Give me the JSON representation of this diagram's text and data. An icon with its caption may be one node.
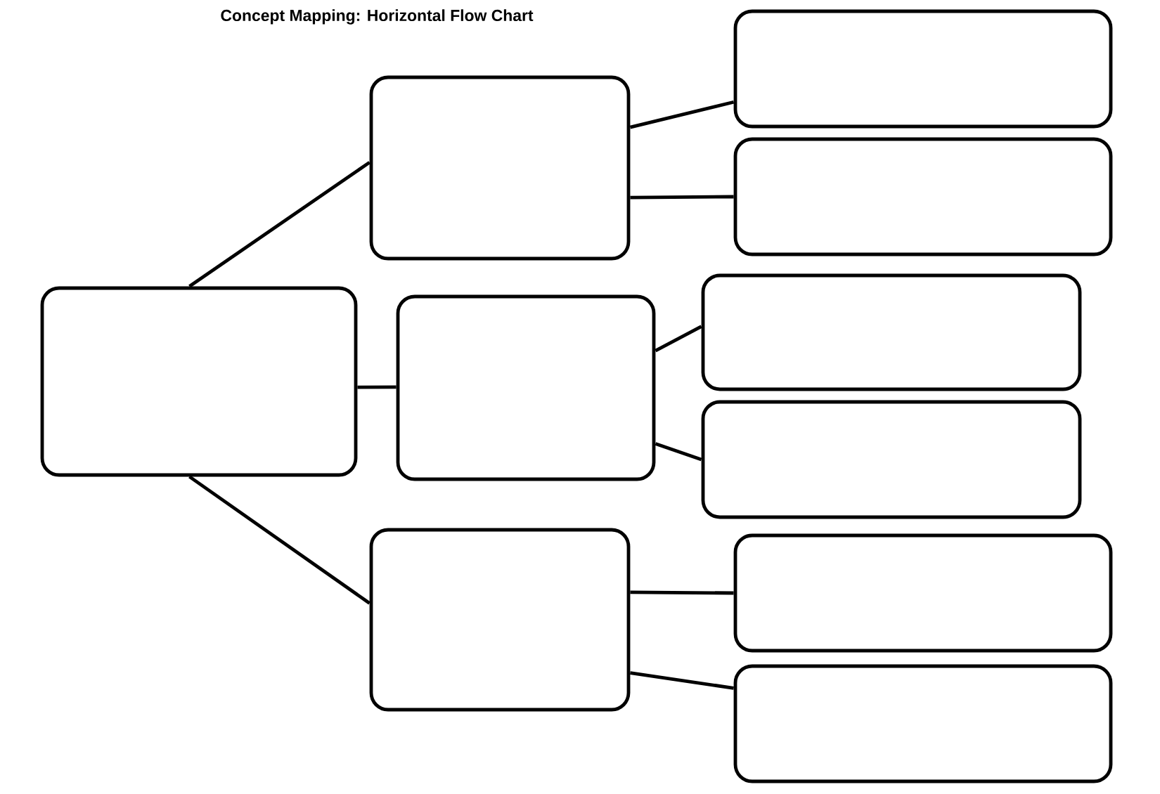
{
  "diagram": {
    "title": "Concept Mapping: Horizontal Flow Chart",
    "nodes": [
      {
        "text": [],
        "shape": "box"
      },
      {
        "text": [],
        "shape": "box"
      },
      {
        "text": [],
        "shape": "box"
      },
      {
        "text": [],
        "shape": "box"
      },
      {
        "text": [],
        "shape": "box"
      },
      {
        "text": [],
        "shape": "box"
      },
      {
        "text": [],
        "shape": "box"
      },
      {
        "text": [],
        "shape": "box"
      },
      {
        "text": [],
        "shape": "box"
      },
      {
        "text": [],
        "shape": "box"
      }
    ],
    "edges": [
      {
        "from": 0,
        "to": 1,
        "arrow": "none"
      },
      {
        "from": 0,
        "to": 2,
        "arrow": "none"
      },
      {
        "from": 0,
        "to": 3,
        "arrow": "none"
      },
      {
        "from": 1,
        "to": 4,
        "arrow": "none"
      },
      {
        "from": 1,
        "to": 5,
        "arrow": "none"
      },
      {
        "from": 2,
        "to": 6,
        "arrow": "none"
      },
      {
        "from": 2,
        "to": 7,
        "arrow": "none"
      },
      {
        "from": 3,
        "to": 8,
        "arrow": "none"
      },
      {
        "from": 3,
        "to": 9,
        "arrow": "none"
      }
    ]
  }
}
